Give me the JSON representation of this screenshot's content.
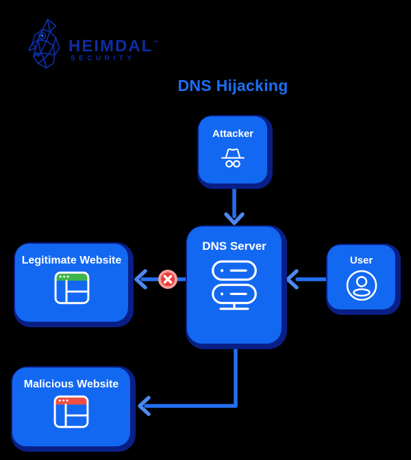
{
  "colors": {
    "background": "#000000",
    "box_fill": "#1368F2",
    "box_shadow": "#0A1F86",
    "arrow_stem": "#2470F2",
    "arrow_head": "#4D89F0",
    "title_text": "#1B6FF7",
    "logo_blue": "#0D2EA4",
    "logo_eye": "#2B66E8",
    "label_text": "#FFFFFF",
    "icon_stroke": "#FFFFFF",
    "legit_bar": "#3DB54A",
    "malicious_bar": "#F04E42",
    "block_badge": "#E8403A",
    "block_badge_ring": "#F59E9B"
  },
  "logo": {
    "brand": "HEIMDAL",
    "trademark": "™",
    "subtitle": "SECURITY"
  },
  "title": "DNS Hijacking",
  "nodes": {
    "attacker": {
      "label": "Attacker",
      "icon": "incognito-icon"
    },
    "dns_server": {
      "label": "DNS Server",
      "icon": "server-icon"
    },
    "user": {
      "label": "User",
      "icon": "user-icon"
    },
    "legitimate_website": {
      "label": "Legitimate Website",
      "icon": "browser-window-green-icon"
    },
    "malicious_website": {
      "label": "Malicious Website",
      "icon": "browser-window-red-icon"
    }
  },
  "connections": [
    {
      "from": "attacker",
      "to": "dns_server",
      "status": "allowed"
    },
    {
      "from": "user",
      "to": "dns_server",
      "status": "allowed"
    },
    {
      "from": "dns_server",
      "to": "legitimate_website",
      "status": "blocked"
    },
    {
      "from": "dns_server",
      "to": "malicious_website",
      "status": "allowed"
    }
  ]
}
